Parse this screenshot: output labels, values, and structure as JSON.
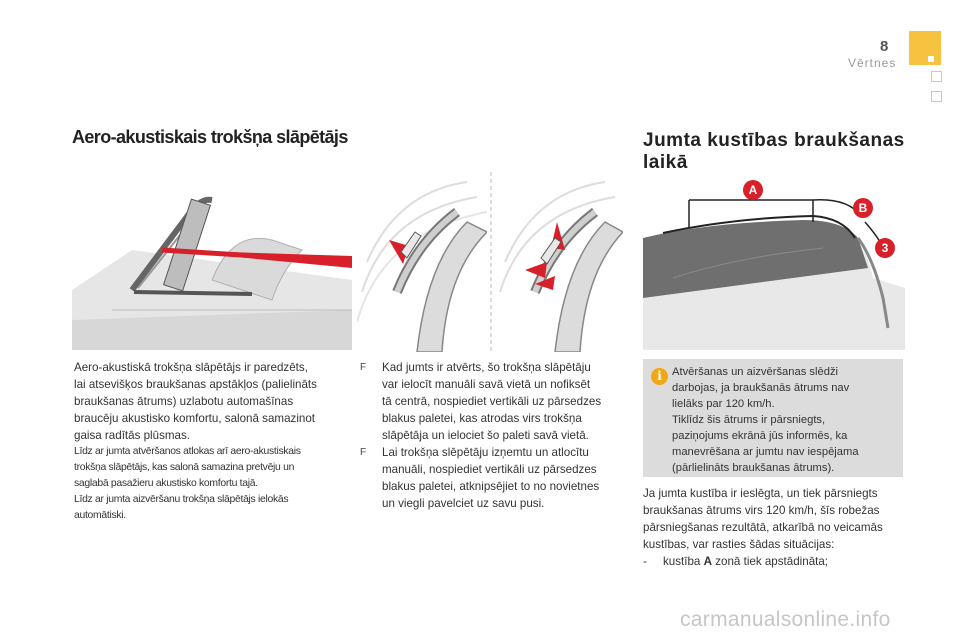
{
  "header": {
    "page_number": "8",
    "chapter": "Vērtnes"
  },
  "left_section": {
    "title": "Aero-akustiskais trokšņa slāpētājs",
    "intro_lines": [
      "Aero-akustiskā trokšņa slāpētājs ir paredzēts,",
      "lai atsevišķos braukšanas apstākļos (palielināts",
      "braukšanas ātrums) uzlabotu automašīnas",
      "braucēju akustisko komfortu, salonā samazinot",
      "gaisa radītās plūsmas."
    ],
    "note_lines": [
      "Līdz ar jumta atvēršanos atlokas arī aero-akustiskais",
      "trokšņa slāpētājs, kas salonā samazina pretvēju un",
      "saglabā pasažieru akustisko komfortu tajā.",
      "Līdz ar jumta aizvēršanu trokšņa slāpētājs ielokās",
      "automātiski."
    ]
  },
  "middle_section": {
    "bullet_marker": "F",
    "bullets": [
      {
        "lines": [
          "Kad jumts ir atvērts, šo trokšņa slāpētāju",
          "var ielocīt manuāli savā vietā un nofiksēt",
          "tā centrā, nospiediet vertikāli uz pārsedzes",
          "blakus paletei, kas atrodas virs trokšņa",
          "slāpētāja un ielociet šo paleti savā vietā."
        ]
      },
      {
        "lines": [
          "Lai trokšņa slēpētāju izņemtu un atlocītu",
          "manuāli, nospiediet vertikāli uz pārsedzes",
          "blakus paletei, atknipsējiet to no novietnes",
          "un viegli pavelciet uz savu pusi."
        ]
      }
    ]
  },
  "right_section": {
    "title_lines": [
      "Jumta kustības braukšanas",
      "laikā"
    ],
    "diagram_labels": [
      "A",
      "B",
      "3"
    ],
    "info_icon": "i",
    "info_lines": [
      "Atvēršanas un aizvēršanas slēdži",
      "darbojas, ja braukšanās ātrums nav",
      "lielāks par 120 km/h.",
      "Tiklīdz šis ātrums ir pārsniegts,",
      "paziņojums ekrānā jūs informēs, ka",
      "manevrēšana ar jumtu nav iespējama",
      "(pārlielināts braukšanas ātrums)."
    ],
    "body_lines": [
      "Ja jumta kustība ir ieslēgta, un tiek pārsniegts",
      "braukšanas ātrums virs 120 km/h, šīs robežas",
      "pārsniegšanas rezultātā, atkarībā no veicamās",
      "kustības, var rasties šādas situācijas:"
    ],
    "list_item": {
      "dash": "-",
      "prefix": "kustība",
      "bold": "A",
      "suffix": "zonā tiek apstādināta;"
    }
  },
  "footer": {
    "watermark": "carmanualsonline.info"
  },
  "colors": {
    "accent_tab": "#f6c240",
    "arrow_red": "#d8202a",
    "info_icon": "#f0a818",
    "info_box_bg": "#dcdcdc"
  }
}
